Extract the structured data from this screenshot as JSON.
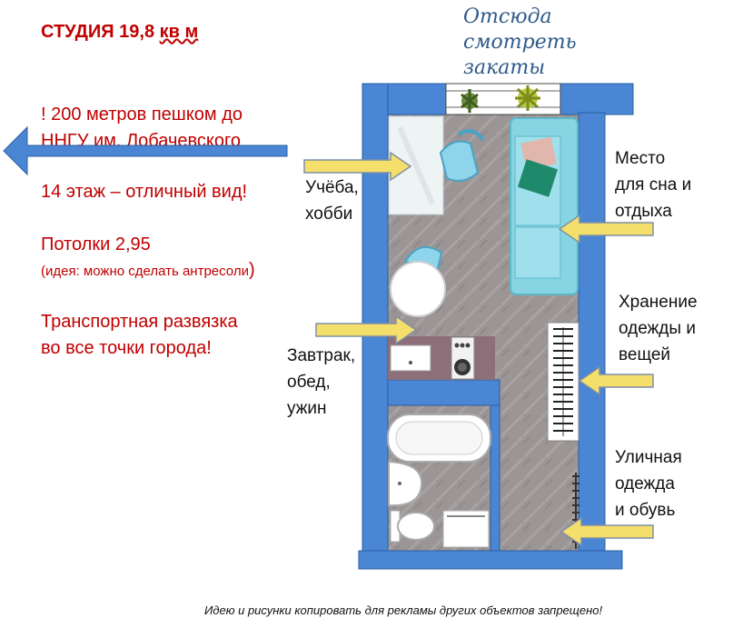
{
  "title": {
    "main": "СТУДИЯ 19,8",
    "unit": "кв м"
  },
  "info": {
    "walk_line1": "! 200 метров пешком до",
    "walk_line2": "ННГУ им. Лобачевского",
    "floor": "14 этаж – отличный вид!",
    "ceiling": "Потолки 2,95",
    "ceiling_idea": "(идея: можно сделать антресоли",
    "ceiling_idea_close": ")",
    "transport_line1": "Транспортная развязка",
    "transport_line2": "во все точки города!"
  },
  "sunset": {
    "line1": "Отсюда",
    "line2": "смотреть",
    "line3": "закаты"
  },
  "zones": {
    "study": {
      "line1": "Учёба,",
      "line2": "хобби"
    },
    "sleep": {
      "line1": "Место",
      "line2": "для сна и",
      "line3": "отдыха"
    },
    "storage": {
      "line1": "Хранение",
      "line2": "одежды и",
      "line3": "вещей"
    },
    "meals": {
      "line1": "Завтрак,",
      "line2": "обед,",
      "line3": "ужин"
    },
    "outerwear": {
      "line1": "Уличная",
      "line2": "одежда",
      "line3": "и обувь"
    }
  },
  "note": "Идею и рисунки копировать для рекламы других объектов запрещено!",
  "colors": {
    "text_red": "#c00000",
    "wall_blue": "#4a86d4",
    "arrow_yellow": "#f4df6a",
    "arrow_outline": "#7f8fa6",
    "back_arrow_blue": "#4a86d4",
    "floor_gray": "#9a9494",
    "sofa_cyan": "#8fd8e6",
    "kitchen_mauve": "#8c6f79"
  }
}
